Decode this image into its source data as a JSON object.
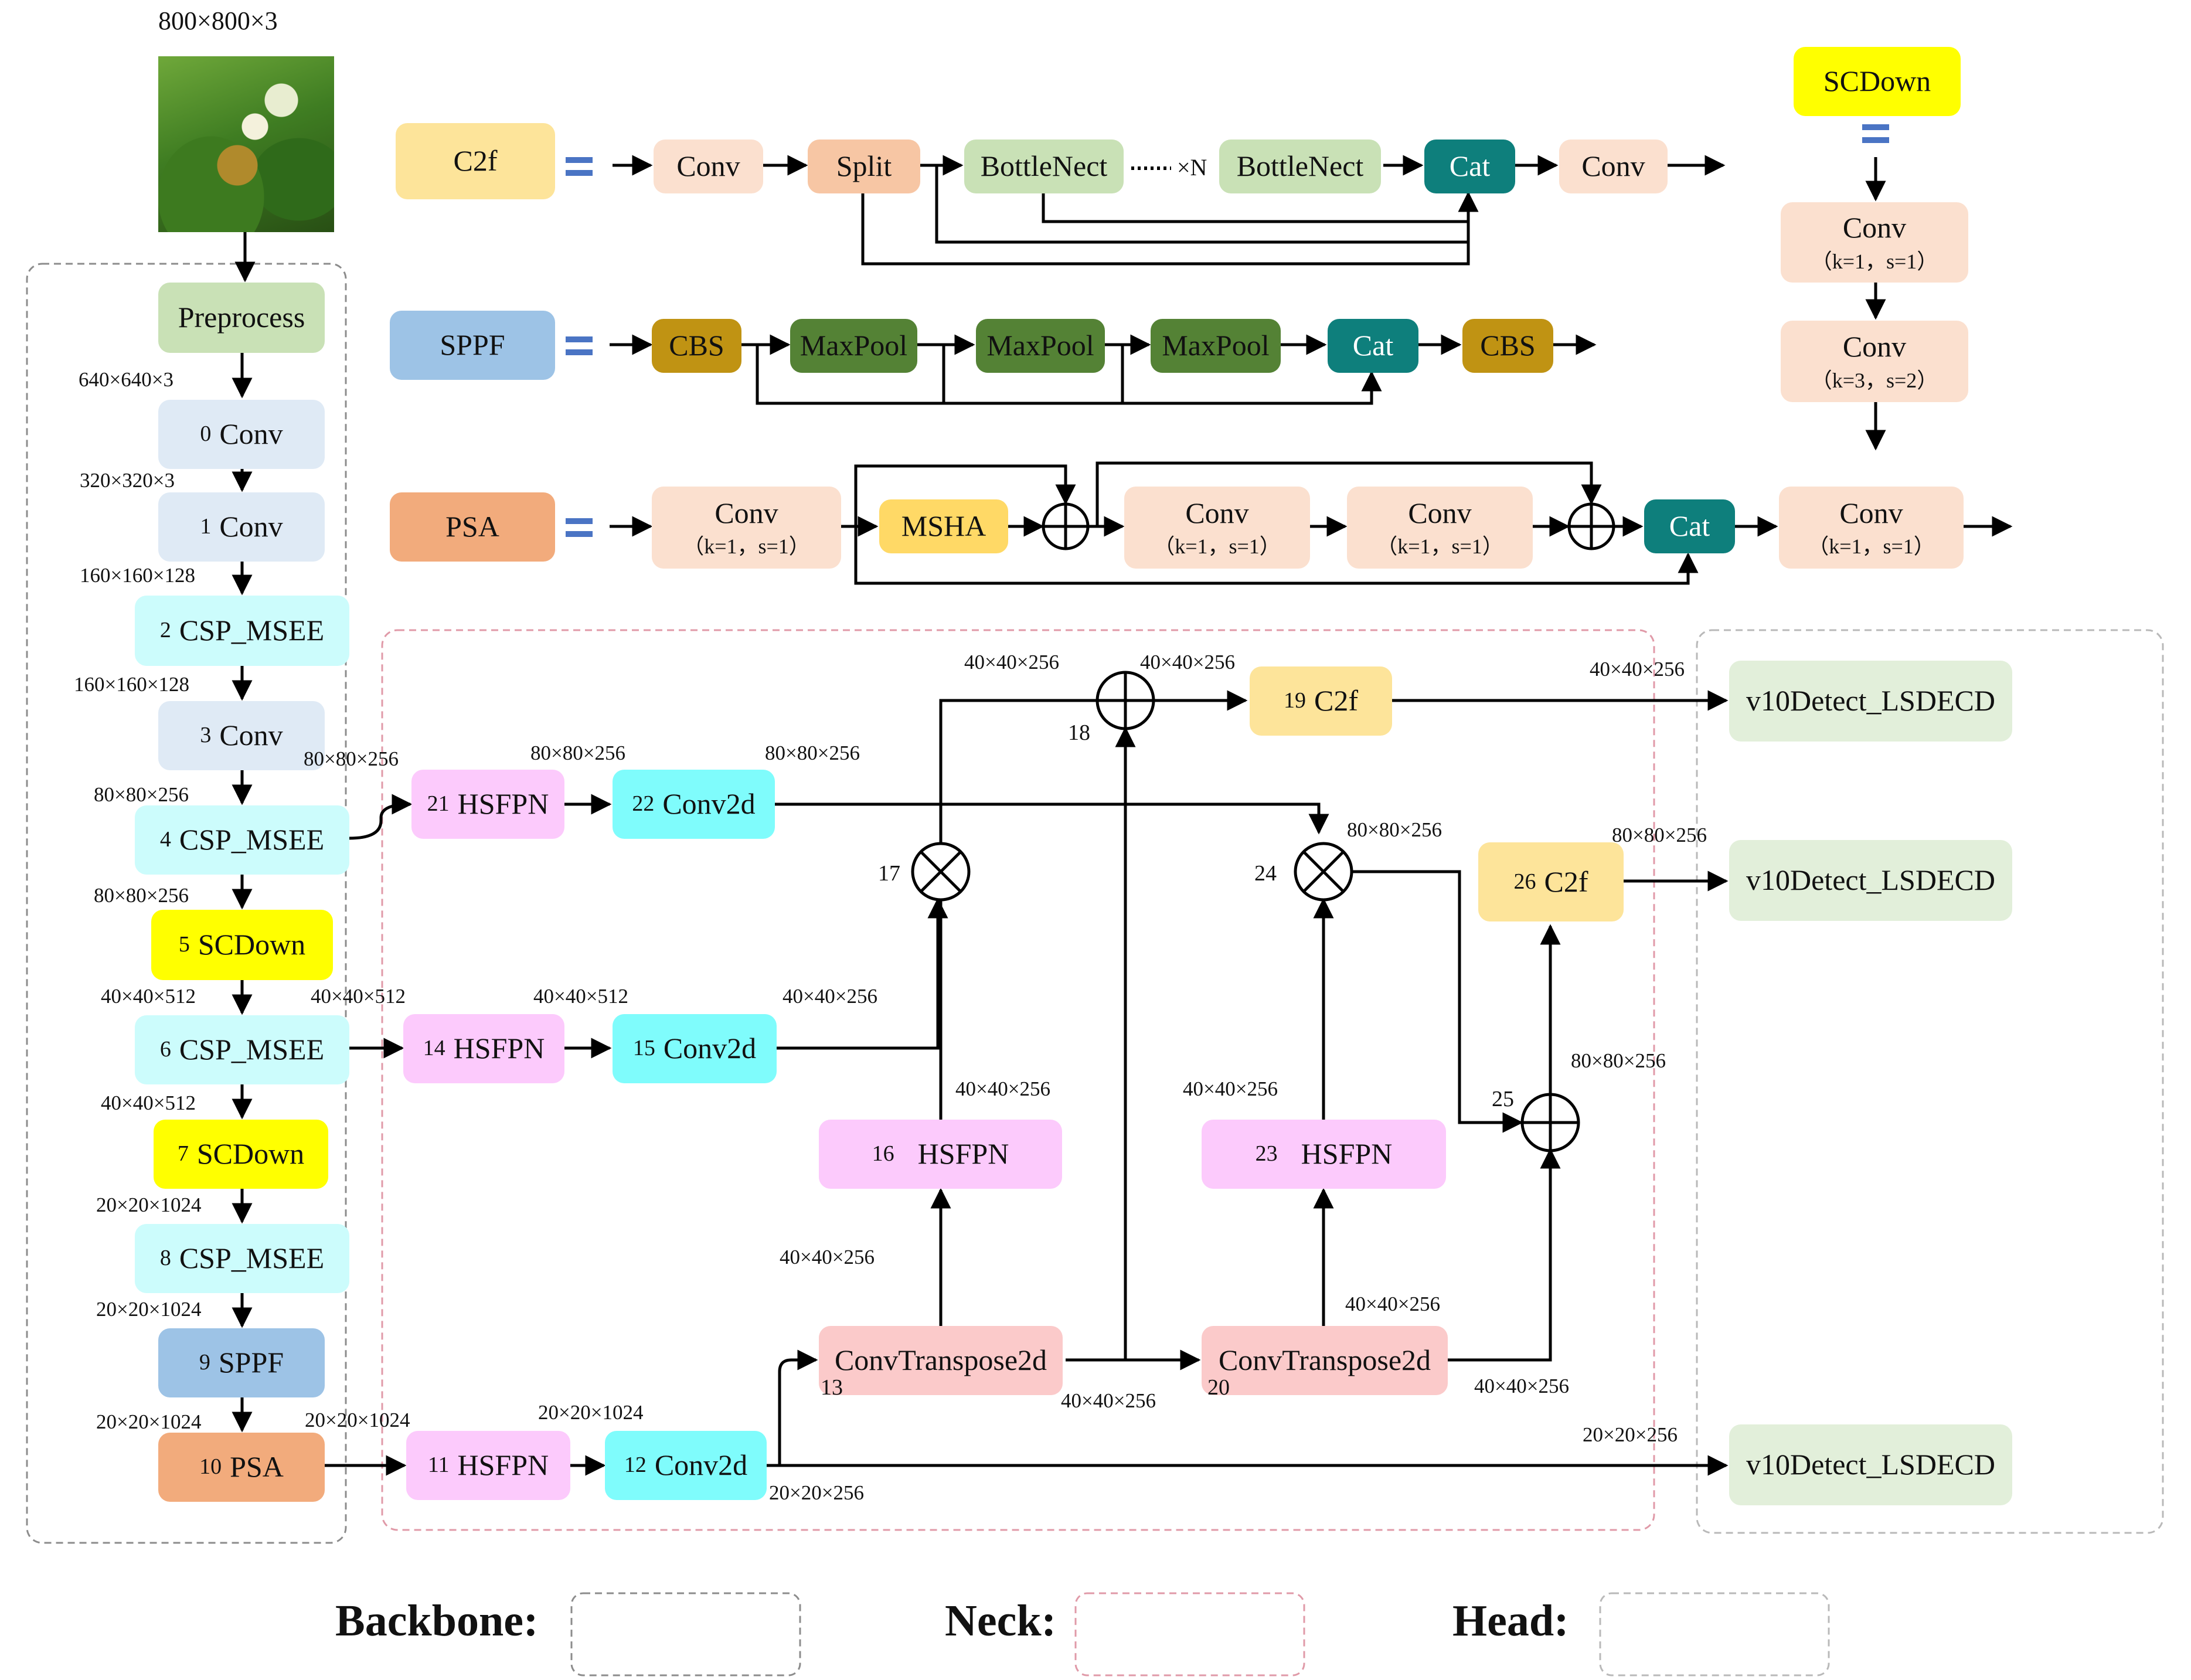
{
  "input_size": "800×800×3",
  "backbone": {
    "preprocess": "Preprocess",
    "layers": [
      {
        "idx": "0",
        "name": "Conv"
      },
      {
        "idx": "1",
        "name": "Conv"
      },
      {
        "idx": "2",
        "name": "CSP_MSEE"
      },
      {
        "idx": "3",
        "name": "Conv"
      },
      {
        "idx": "4",
        "name": "CSP_MSEE"
      },
      {
        "idx": "5",
        "name": "SCDown"
      },
      {
        "idx": "6",
        "name": "CSP_MSEE"
      },
      {
        "idx": "7",
        "name": "SCDown"
      },
      {
        "idx": "8",
        "name": "CSP_MSEE"
      },
      {
        "idx": "9",
        "name": "SPPF"
      },
      {
        "idx": "10",
        "name": "PSA"
      }
    ],
    "dims": [
      "640×640×3",
      "320×320×3",
      "160×160×128",
      "160×160×128",
      "80×80×256",
      "80×80×256",
      "40×40×512",
      "40×40×512",
      "20×20×1024",
      "20×20×1024",
      "20×20×1024"
    ]
  },
  "c2f_def": {
    "title": "C2f",
    "blocks": [
      "Conv",
      "Split",
      "BottleNect",
      "BottleNect",
      "Cat",
      "Conv"
    ],
    "repeat": "×N"
  },
  "sppf_def": {
    "title": "SPPF",
    "blocks": [
      "CBS",
      "MaxPool",
      "MaxPool",
      "MaxPool",
      "Cat",
      "CBS"
    ]
  },
  "psa_def": {
    "title": "PSA",
    "conv": "Conv",
    "k1s1": "（k=1，s=1）",
    "msha": "MSHA",
    "cat": "Cat"
  },
  "scdown_def": {
    "title": "SCDown",
    "conv": "Conv",
    "sub1": "（k=1，s=1）",
    "sub2": "（k=3，s=2）"
  },
  "neck": {
    "n21": {
      "idx": "21",
      "name": "HSFPN"
    },
    "n22": {
      "idx": "22",
      "name": "Conv2d"
    },
    "n14": {
      "idx": "14",
      "name": "HSFPN"
    },
    "n15": {
      "idx": "15",
      "name": "Conv2d"
    },
    "n11": {
      "idx": "11",
      "name": "HSFPN"
    },
    "n12": {
      "idx": "12",
      "name": "Conv2d"
    },
    "n16": {
      "idx": "16",
      "name": "HSFPN"
    },
    "n23": {
      "idx": "23",
      "name": "HSFPN"
    },
    "n13": {
      "idx": "13",
      "name": "ConvTranspose2d"
    },
    "n20": {
      "idx": "20",
      "name": "ConvTranspose2d"
    },
    "n19": {
      "idx": "19",
      "name": "C2f"
    },
    "n26": {
      "idx": "26",
      "name": "C2f"
    },
    "op17": "17",
    "op18": "18",
    "op24": "24",
    "op25": "25"
  },
  "neck_dims": {
    "d_4_21": "80×80×256",
    "d_21_22": "80×80×256",
    "d_22_out": "80×80×256",
    "d_6_14": "40×40×512",
    "d_14_15": "40×40×512",
    "d_15_out": "40×40×256",
    "d_10_11": "20×20×1024",
    "d_11_12": "20×20×1024",
    "d_12_out": "20×20×256",
    "d_18_in": "40×40×256",
    "d_18_out": "40×40×256",
    "d_16_out": "40×40×256",
    "d_16_in": "40×40×256",
    "d_13_out": "40×40×256",
    "d_23_out": "40×40×256",
    "d_20_up": "40×40×256",
    "d_20_out": "40×40×256",
    "d_24_out": "80×80×256",
    "d_25_in": "80×80×256",
    "d_26_out": "80×80×256",
    "d_19_out": "40×40×256",
    "d_12_head": "20×20×256"
  },
  "head": {
    "det": "v10Detect_LSDECD"
  },
  "legend": {
    "backbone": "Backbone:",
    "neck": "Neck:",
    "head": "Head:"
  }
}
